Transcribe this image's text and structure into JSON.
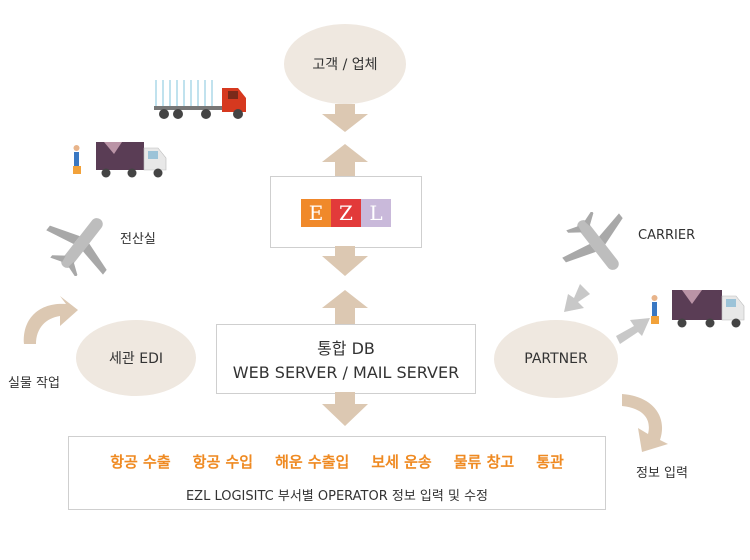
{
  "nodes": {
    "customer": "고객 / 업체",
    "customs_edi": "세관 EDI",
    "partner": "PARTNER"
  },
  "labels": {
    "it_room": "전산실",
    "carrier": "CARRIER",
    "actual_work": "실물 작업",
    "info_input": "정보 입력"
  },
  "logo": {
    "letters": [
      "E",
      "Z",
      "L"
    ]
  },
  "server": {
    "line1": "통합 DB",
    "line2": "WEB SERVER / MAIL SERVER"
  },
  "departments": {
    "items": [
      "항공 수출",
      "항공 수입",
      "해운 수출입",
      "보세 운송",
      "물류 창고",
      "통관"
    ],
    "subtitle": "EZL LOGISITC 부서별 OPERATOR 정보 입력 및 수정"
  },
  "colors": {
    "accent": "#ef8a22",
    "arrow": "#dcc8b2",
    "gray_arrow": "#c8c8c8",
    "ellipse": "#efe8e0",
    "logo_e": "#f0892a",
    "logo_z": "#e23a3a",
    "logo_l": "#c9b9da"
  }
}
